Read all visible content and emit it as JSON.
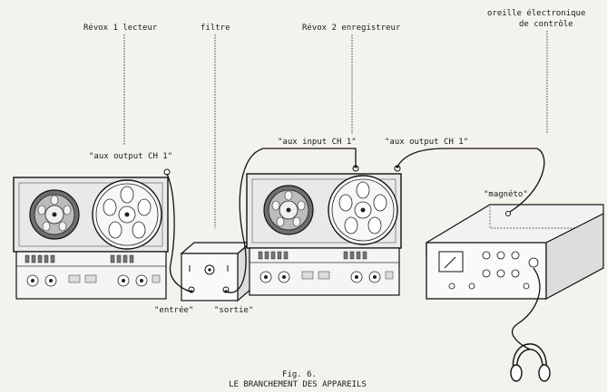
{
  "labels": {
    "revox1": "Révox 1 lecteur",
    "filtre": "filtre",
    "revox2": "Révox 2 enregistreur",
    "oreille_line1": "oreille électronique",
    "oreille_line2": "de contrôle",
    "aux_output_1": "\"aux output CH 1\"",
    "aux_input": "\"aux input CH 1\"",
    "aux_output_2": "\"aux output CH 1\"",
    "magneto": "\"magnéto\"",
    "entree": "\"entrée\"",
    "sortie": "\"sortie\""
  },
  "caption": {
    "fig": "Fig. 6.",
    "title": "LE BRANCHEMENT DES APPAREILS"
  }
}
